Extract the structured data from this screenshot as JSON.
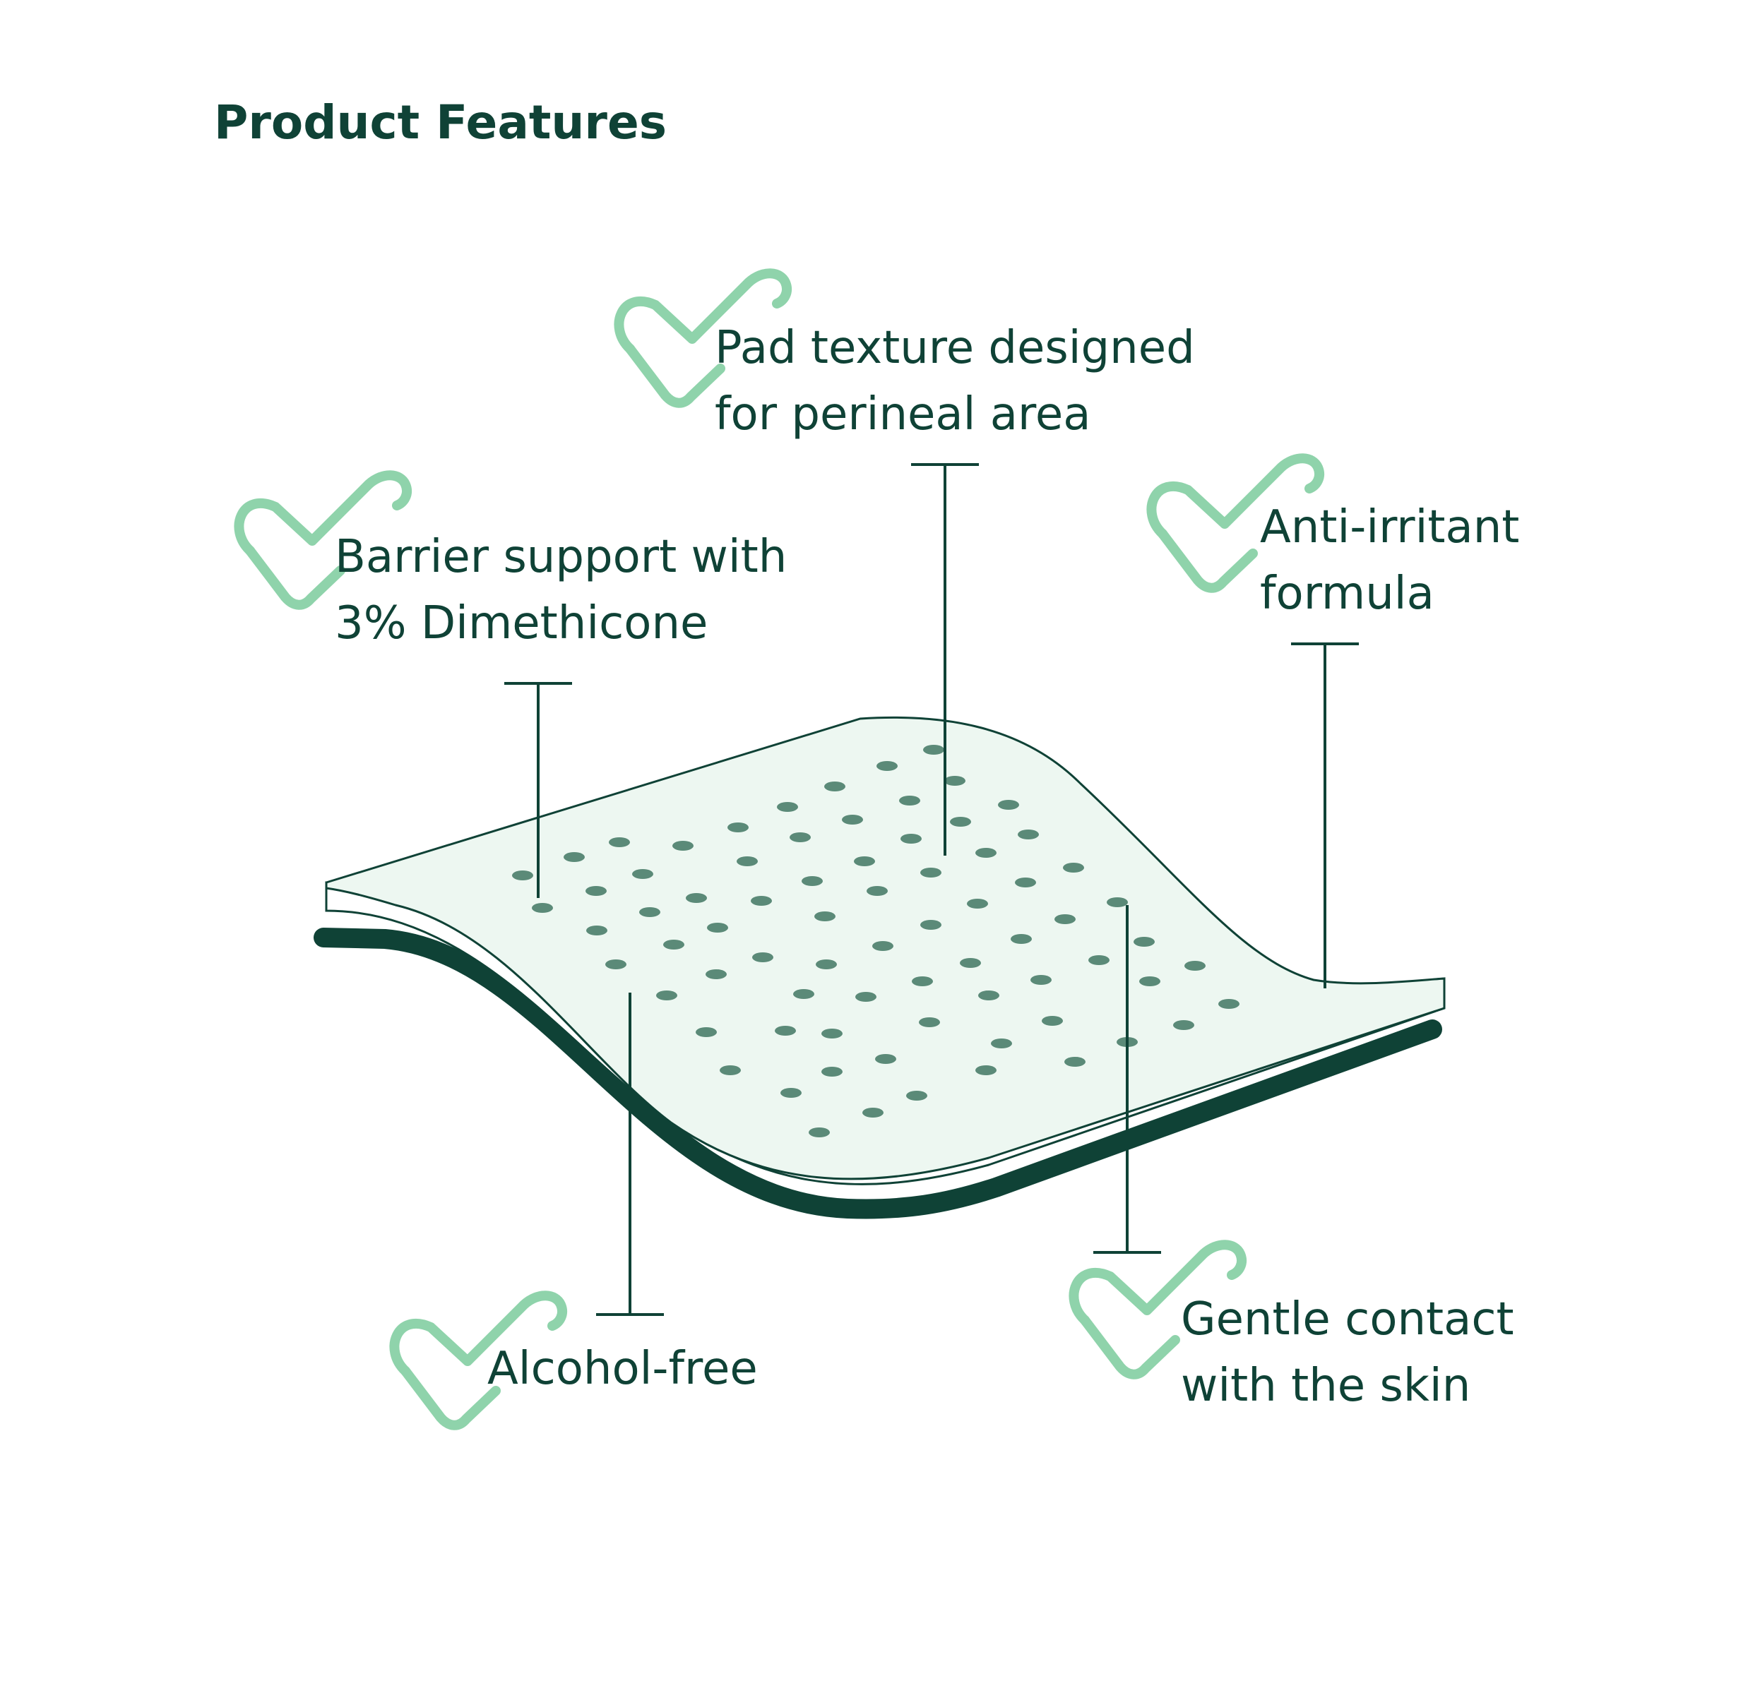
{
  "title": "Product Features",
  "colors": {
    "primary": "#0f4236",
    "check": "#8fd3ab",
    "pad_fill": "#edf7f1",
    "dot": "#5b8a78"
  },
  "icons": [
    "check-icon"
  ],
  "features": {
    "pad_texture": {
      "line1": "Pad texture designed",
      "line2": "for perineal area"
    },
    "barrier": {
      "line1": "Barrier support with",
      "line2": "3% Dimethicone"
    },
    "anti_irritant": {
      "line1": "Anti-irritant",
      "line2": "formula"
    },
    "alcohol_free": {
      "line1": "Alcohol-free"
    },
    "gentle_contact": {
      "line1": "Gentle contact",
      "line2": "with the skin"
    }
  }
}
